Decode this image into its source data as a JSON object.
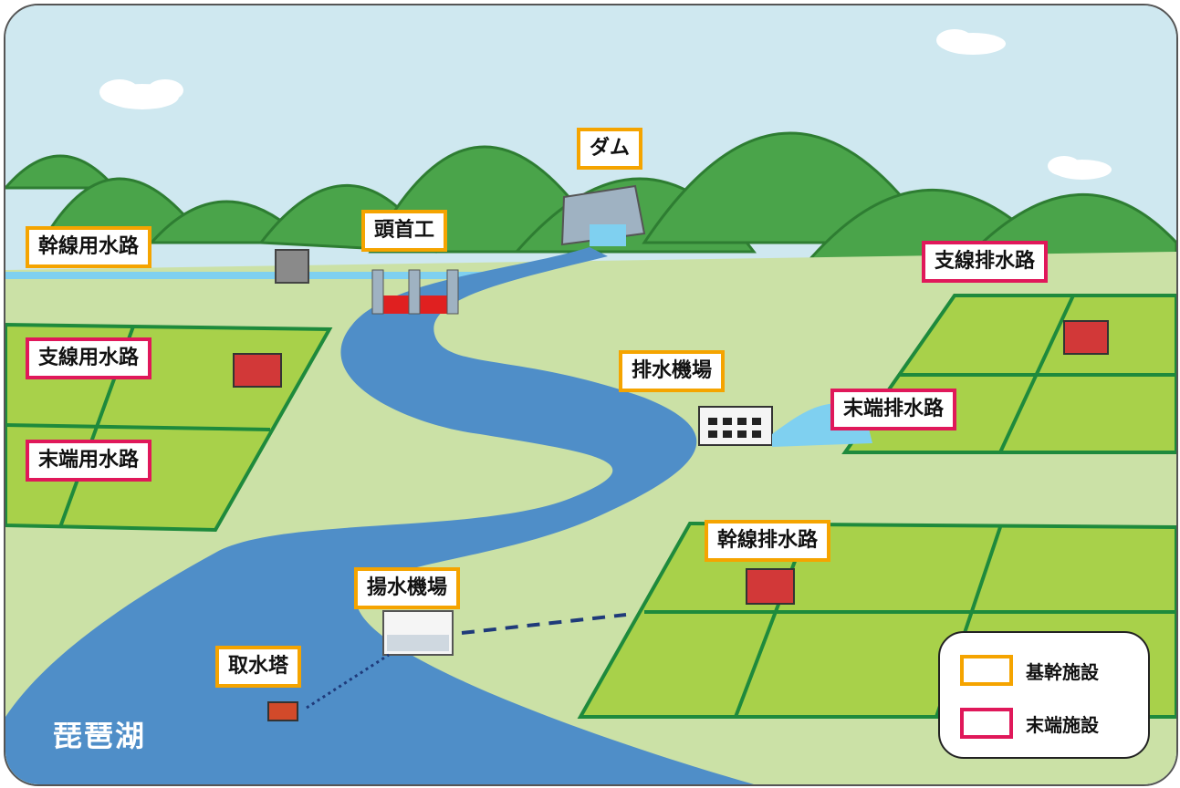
{
  "lake_name": "琵琶湖",
  "labels": {
    "dam": "ダム",
    "headworks": "頭首工",
    "main_canal": "幹線用水路",
    "branch_canal": "支線用水路",
    "terminal_canal": "末端用水路",
    "drainage_pump": "排水機場",
    "branch_drain": "支線排水路",
    "terminal_drain": "末端排水路",
    "main_drain": "幹線排水路",
    "pump_station": "揚水機場",
    "intake_tower": "取水塔"
  },
  "legend": {
    "core": "基幹施設",
    "terminal": "末端施設"
  },
  "colors": {
    "core_border": "#f5a400",
    "terminal_border": "#e0185a",
    "water": "#4f8ec8",
    "field": "#a8d14a",
    "mountain": "#4aa44a"
  }
}
